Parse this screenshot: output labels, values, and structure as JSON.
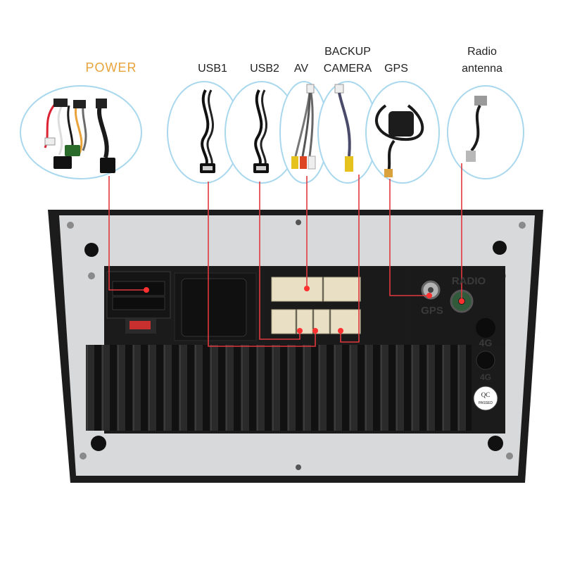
{
  "labels": {
    "power": "POWER",
    "usb1": "USB1",
    "usb2": "USB2",
    "av": "AV",
    "backup_line1": "BACKUP",
    "backup_line2": "CAMERA",
    "gps": "GPS",
    "radio_line1": "Radio",
    "radio_line2": "antenna"
  },
  "panel_marks": {
    "radio": "RADIO",
    "gps": "GPS",
    "port_4g": "4G",
    "port_4g_b": "4G",
    "qc_line1": "QC",
    "qc_line2": "PASSED"
  },
  "colors": {
    "power_label": "#e8a33c",
    "leader_line": "#e0393e",
    "chassis": "#1c1c1c",
    "back_plate": "#d9dadb",
    "connector_beige": "#e8dfc4"
  }
}
